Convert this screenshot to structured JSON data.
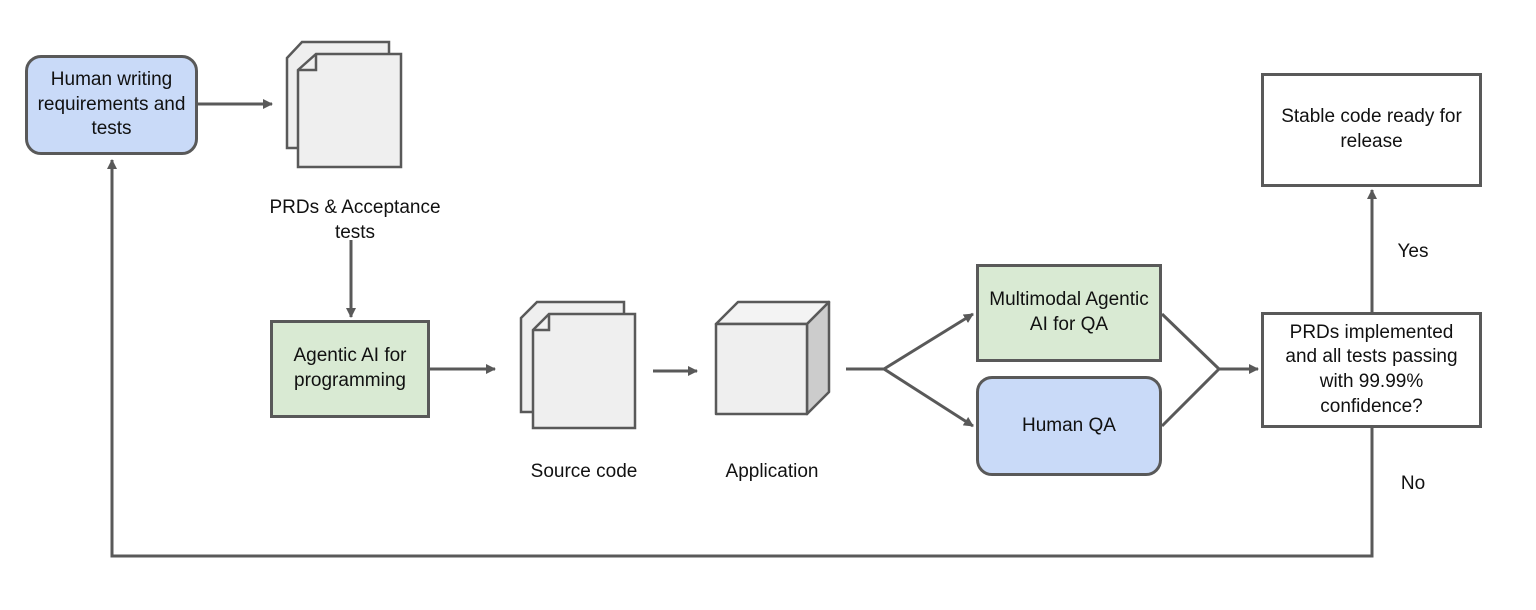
{
  "nodes": {
    "human_writing": "Human writing requirements and tests",
    "prds_label": "PRDs & Acceptance tests",
    "agentic_programming": "Agentic AI for programming",
    "source_code_label": "Source code",
    "application_label": "Application",
    "multimodal_qa": "Multimodal Agentic AI for QA",
    "human_qa": "Human QA",
    "decision": "PRDs implemented and all tests passing with 99.99% confidence?",
    "stable_release": "Stable code ready for release"
  },
  "edges": {
    "yes": "Yes",
    "no": "No"
  },
  "colors": {
    "blue_fill": "#c9daf8",
    "green_fill": "#d9ead3",
    "stroke": "#595959",
    "doc_fill": "#efefef",
    "cube_side": "#cccccc"
  },
  "icons": {
    "prds": "document-stack-icon",
    "source_code": "document-stack-icon",
    "application": "cube-icon"
  }
}
